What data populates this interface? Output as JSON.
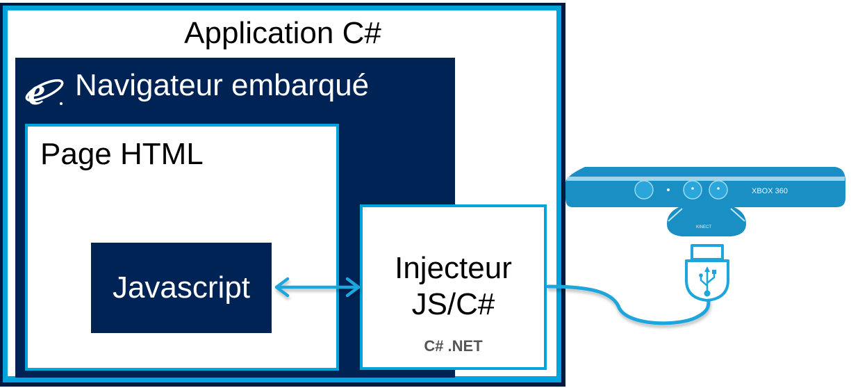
{
  "diagram": {
    "application": {
      "title": "Application C#"
    },
    "browser": {
      "title": "Navigateur embarqué",
      "icon": "internet-explorer-icon"
    },
    "page": {
      "title": "Page HTML"
    },
    "javascript": {
      "label": "Javascript"
    },
    "injector": {
      "line1": "Injecteur",
      "line2": "JS/C#",
      "subtitle": "C# .NET"
    },
    "device": {
      "brand_label": "XBOX 360",
      "stand_label": "KINECT",
      "name": "kinect-sensor"
    },
    "connector": {
      "icon": "usb-icon"
    },
    "colors": {
      "navy": "#002356",
      "frame_dark": "#001b3f",
      "cyan": "#00a3da",
      "kinect_blue": "#1a8fc4",
      "text_dark": "#000000",
      "text_light": "#ffffff",
      "subtitle_gray": "#555555"
    }
  }
}
